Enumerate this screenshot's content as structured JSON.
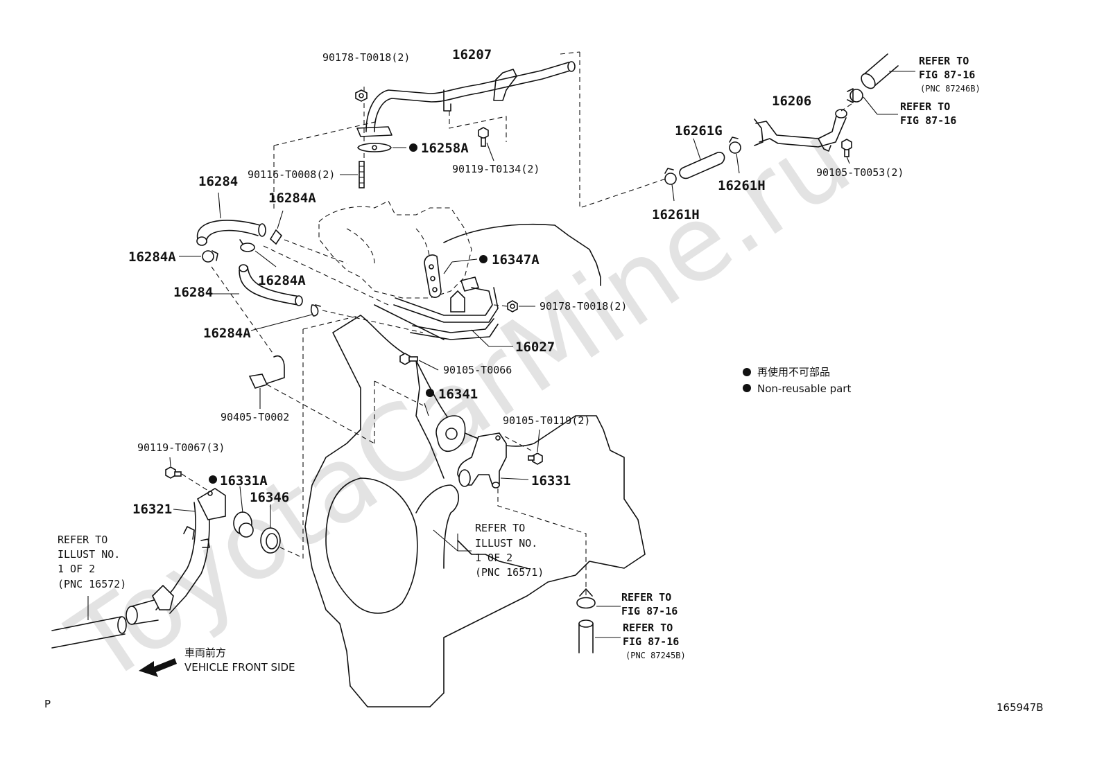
{
  "watermark": "ToyotaCarMine.ru",
  "labels": {
    "p16207": "16207",
    "p90178_top": "90178-T0018(2)",
    "p16258A": "16258A",
    "p90116": "90116-T0008(2)",
    "p90119_t0134": "90119-T0134(2)",
    "p16206": "16206",
    "p16261G": "16261G",
    "p16261H_a": "16261H",
    "p16261H_b": "16261H",
    "p90105_t0053": "90105-T0053(2)",
    "p16284_a": "16284",
    "p16284A_a": "16284A",
    "p16284A_b": "16284A",
    "p16284A_c": "16284A",
    "p16284_b": "16284",
    "p16284A_d": "16284A",
    "p16347A": "16347A",
    "p90178_mid": "90178-T0018(2)",
    "p16027": "16027",
    "p90105_t0066": "90105-T0066",
    "p90405": "90405-T0002",
    "p16341": "16341",
    "p90105_t0119": "90105-T0119(2)",
    "p90119_t0067": "90119-T0067(3)",
    "p16331A": "16331A",
    "p16346": "16346",
    "p16321": "16321",
    "p16331": "16331"
  },
  "refs": {
    "top_right_1": [
      "REFER TO",
      "FIG 87-16",
      "(PNC 87246B)"
    ],
    "top_right_2": [
      "REFER TO",
      "FIG 87-16"
    ],
    "bottom_right_1": [
      "REFER TO",
      "FIG 87-16"
    ],
    "bottom_right_2": [
      "REFER TO",
      "FIG 87-16",
      "(PNC 87245B)"
    ],
    "center": [
      "REFER TO",
      "ILLUST NO.",
      "1 OF 2",
      "(PNC 16571)"
    ],
    "left": [
      "REFER TO",
      "ILLUST NO.",
      "1 OF 2",
      "(PNC 16572)"
    ]
  },
  "legend": {
    "japanese": "再使用不可部品",
    "english": "Non-reusable part"
  },
  "direction": {
    "japanese": "車両前方",
    "english": "VEHICLE FRONT SIDE"
  },
  "footer": {
    "left": "P",
    "right": "165947B"
  }
}
